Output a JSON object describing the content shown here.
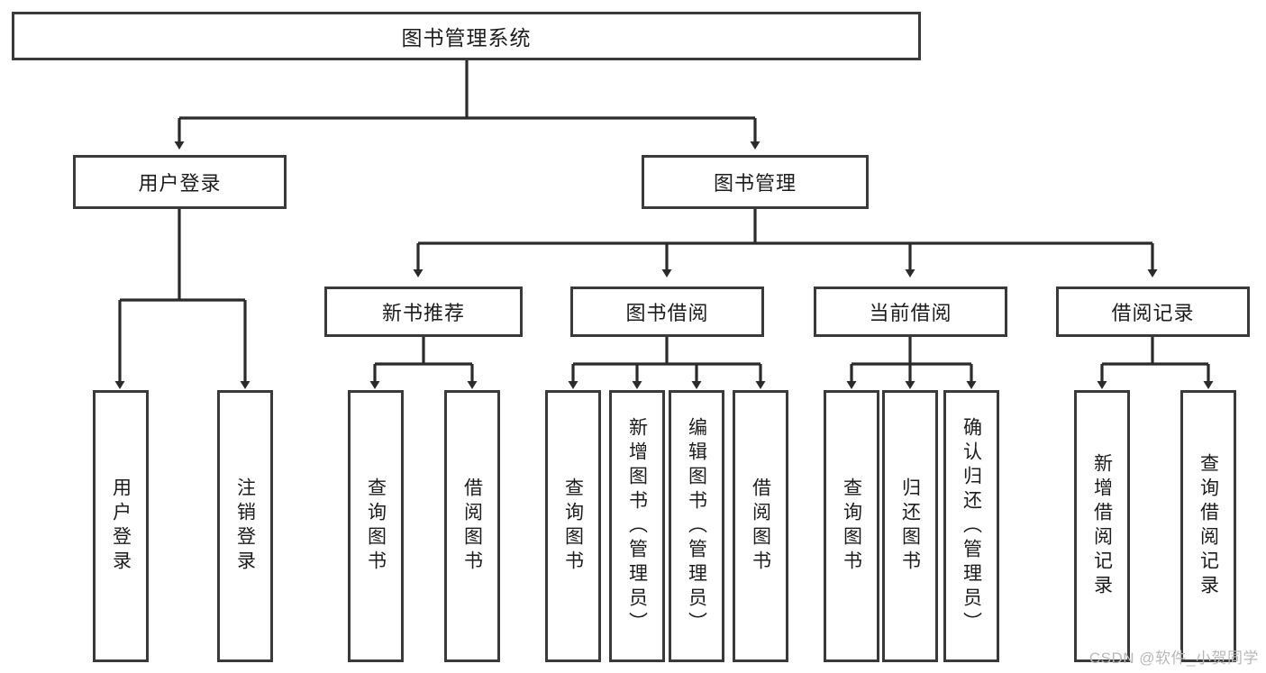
{
  "diagram": {
    "title": "图书管理系统",
    "type": "tree-hierarchy",
    "watermark": "CSDN @软件_小贺同学",
    "colors": {
      "background": "#ffffff",
      "box_fill": "#ffffff",
      "box_border": "#3a3a3a",
      "connector": "#2b2b2b",
      "text": "#1c1c1c",
      "watermark": "#b8b8b8"
    },
    "root": {
      "label": "图书管理系统"
    },
    "level2": [
      {
        "label": "用户登录"
      },
      {
        "label": "图书管理"
      }
    ],
    "level3": [
      {
        "label": "新书推荐"
      },
      {
        "label": "图书借阅"
      },
      {
        "label": "当前借阅"
      },
      {
        "label": "借阅记录"
      }
    ],
    "leaves": {
      "user_login": [
        {
          "label": "用户登录"
        },
        {
          "label": "注销登录"
        }
      ],
      "new_book_recommend": [
        {
          "label": "查询图书"
        },
        {
          "label": "借阅图书"
        }
      ],
      "book_borrow": [
        {
          "label": "查询图书"
        },
        {
          "label": "新增图书（管理员）"
        },
        {
          "label": "编辑图书（管理员）"
        },
        {
          "label": "借阅图书"
        }
      ],
      "current_borrow": [
        {
          "label": "查询图书"
        },
        {
          "label": "归还图书"
        },
        {
          "label": "确认归还（管理员）"
        }
      ],
      "borrow_record": [
        {
          "label": "新增借阅记录"
        },
        {
          "label": "查询借阅记录"
        }
      ]
    }
  }
}
